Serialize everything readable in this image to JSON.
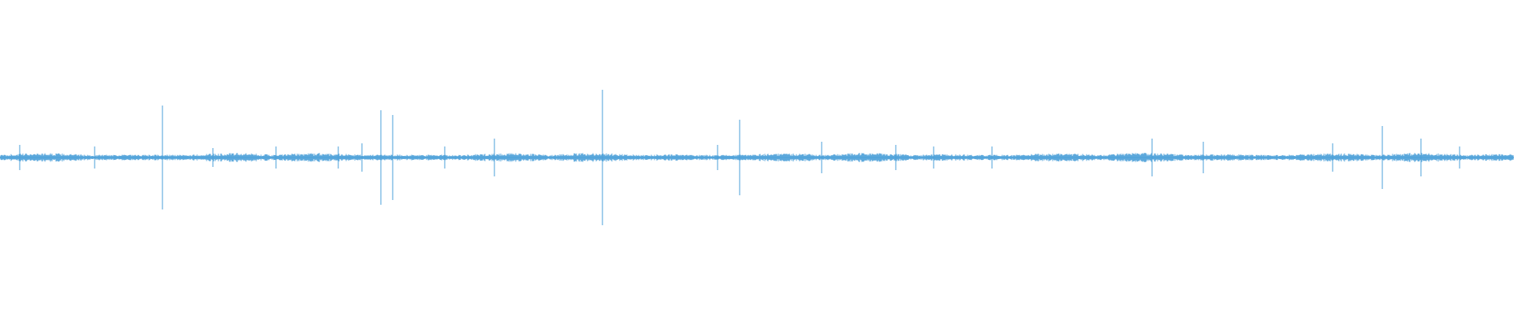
{
  "waveform": {
    "color": "#4a9fd8",
    "background": "#ffffff",
    "duration_fraction_full": 1.0,
    "baseline_amplitude": 0.03,
    "spikes": [
      {
        "at": 0.0128,
        "amp": 0.08
      },
      {
        "at": 0.0625,
        "amp": 0.07
      },
      {
        "at": 0.1072,
        "amp": 0.33
      },
      {
        "at": 0.1408,
        "amp": 0.06
      },
      {
        "at": 0.1821,
        "amp": 0.07
      },
      {
        "at": 0.2236,
        "amp": 0.07
      },
      {
        "at": 0.2392,
        "amp": 0.09
      },
      {
        "at": 0.2518,
        "amp": 0.3
      },
      {
        "at": 0.2592,
        "amp": 0.27
      },
      {
        "at": 0.2938,
        "amp": 0.07
      },
      {
        "at": 0.3265,
        "amp": 0.12
      },
      {
        "at": 0.3979,
        "amp": 0.43
      },
      {
        "at": 0.4737,
        "amp": 0.08
      },
      {
        "at": 0.4883,
        "amp": 0.24
      },
      {
        "at": 0.5428,
        "amp": 0.1
      },
      {
        "at": 0.5919,
        "amp": 0.08
      },
      {
        "at": 0.6168,
        "amp": 0.07
      },
      {
        "at": 0.6552,
        "amp": 0.07
      },
      {
        "at": 0.7609,
        "amp": 0.12
      },
      {
        "at": 0.7947,
        "amp": 0.1
      },
      {
        "at": 0.8804,
        "amp": 0.09
      },
      {
        "at": 0.9128,
        "amp": 0.2
      },
      {
        "at": 0.9386,
        "amp": 0.12
      },
      {
        "at": 0.9641,
        "amp": 0.07
      }
    ]
  }
}
